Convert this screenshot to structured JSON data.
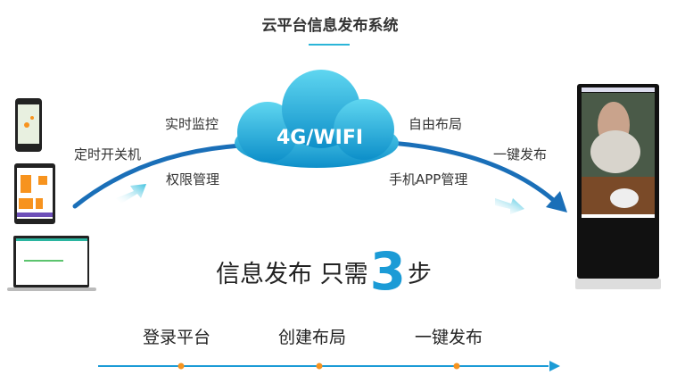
{
  "title": "云平台信息发布系统",
  "cloud_label": "4G/WIFI",
  "left_features": [
    "实时监控",
    "定时开关机",
    "权限管理"
  ],
  "right_features": [
    "自由布局",
    "一键发布",
    "手机APP管理"
  ],
  "slogan": {
    "pre": "信息发布 只需",
    "num": "3",
    "post": "步"
  },
  "steps": [
    "登录平台",
    "创建布局",
    "一键发布"
  ],
  "colors": {
    "accent": "#1b9bd6",
    "curve": "#1a6fb8",
    "dot": "#f7931e"
  }
}
